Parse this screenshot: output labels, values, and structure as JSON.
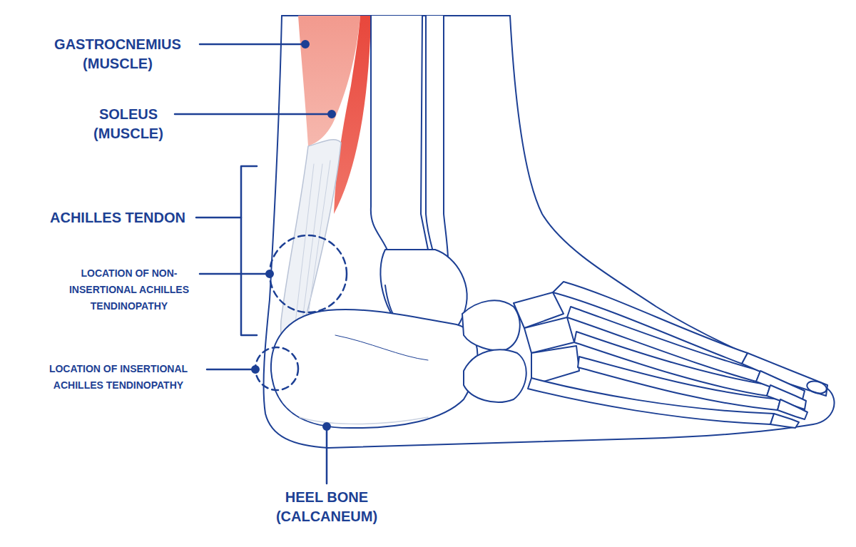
{
  "diagram": {
    "labels": [
      "GASTROCNEMIUS (MUSCLE)",
      "SOLEUS (MUSCLE)",
      "ACHILLES TENDON",
      "LOCATION OF NON-INSERTIONAL ACHILLES TENDINOPATHY",
      "LOCATION OF INSERTIONAL ACHILLES TENDINOPATHY",
      "HEEL BONE (CALCANEUM)"
    ]
  }
}
